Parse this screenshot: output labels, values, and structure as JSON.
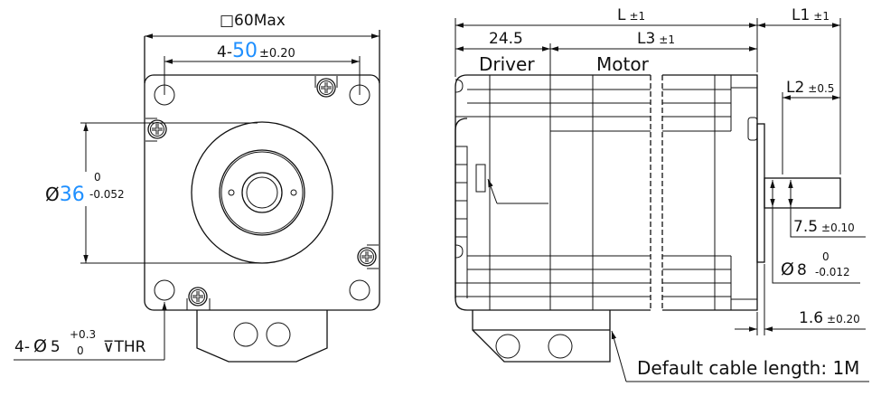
{
  "front_view": {
    "square_size": "□60Max",
    "hole_spacing_prefix": "4-",
    "hole_spacing_value": "50",
    "hole_spacing_tol": "±0.20",
    "pilot_symbol": "Ø",
    "pilot_value": "36",
    "pilot_tol_upper": "0",
    "pilot_tol_lower": "-0.052",
    "hole_prefix": "4-",
    "hole_symbol": "Ø",
    "hole_value": "5",
    "hole_tol_upper": "+0.3",
    "hole_tol_lower": "0",
    "hole_depth": "⊽THR"
  },
  "side_view": {
    "L": "L",
    "L_tol": "±1",
    "L1": "L1",
    "L1_tol": "±1",
    "driver_len": "24.5",
    "L3": "L3",
    "L3_tol": "±1",
    "driver_label": "Driver",
    "motor_label": "Motor",
    "L2": "L2",
    "L2_tol": "±0.5",
    "flat": "7.5",
    "flat_tol": "±0.10",
    "shaft_symbol": "Ø",
    "shaft_value": "8",
    "shaft_tol_upper": "0",
    "shaft_tol_lower": "-0.012",
    "flange": "1.6",
    "flange_tol": "±0.20",
    "cable_note": "Default cable length: 1M"
  },
  "colors": {
    "accent": "#1e8fff",
    "line": "#111111"
  }
}
